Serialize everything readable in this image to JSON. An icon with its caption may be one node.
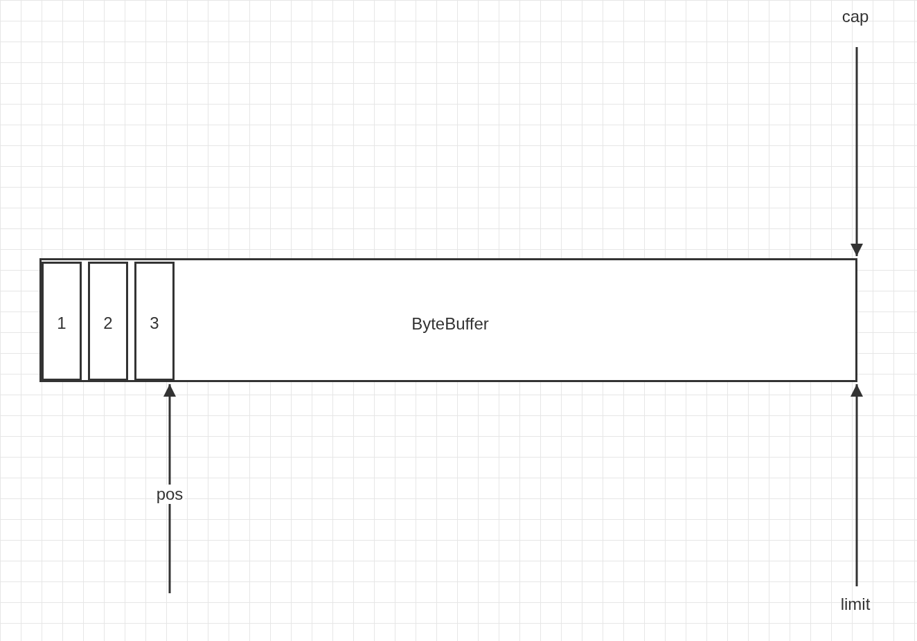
{
  "diagram": {
    "nodes": [
      {
        "text": [
          "ByteBuffer"
        ]
      },
      {
        "text": [
          "1"
        ],
        "in": 0
      },
      {
        "text": [
          "2"
        ],
        "in": 0
      },
      {
        "text": [
          "3"
        ],
        "in": 0
      },
      {
        "text": [
          "cap"
        ]
      },
      {
        "text": [
          "limit"
        ]
      }
    ],
    "edges": [
      {
        "from": 4,
        "to": 0,
        "arrow": "to"
      },
      {
        "from": 5,
        "to": 0,
        "arrow": "to"
      },
      {
        "from": null,
        "to": 0,
        "arrow": "to",
        "label": "pos"
      }
    ]
  }
}
